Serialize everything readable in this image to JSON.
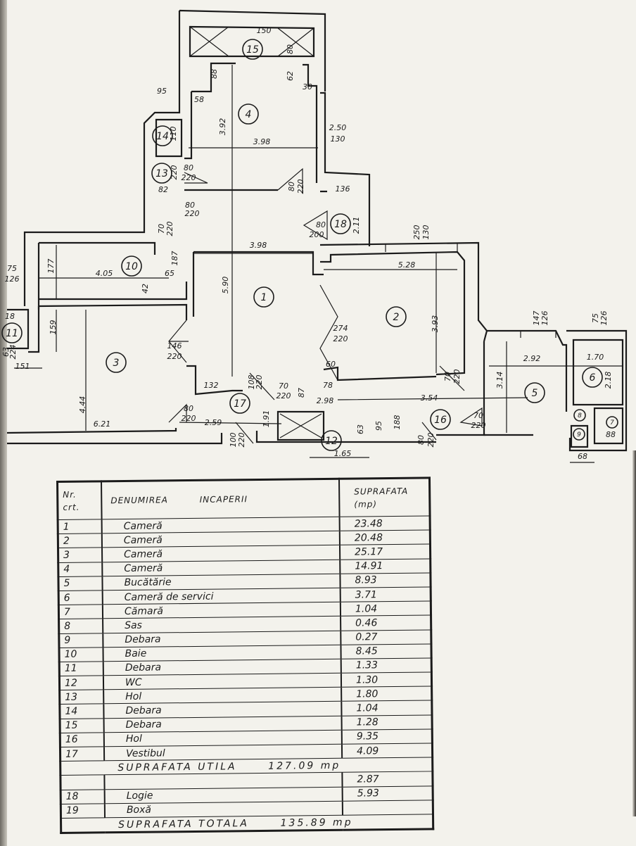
{
  "table": {
    "header": {
      "nr": "Nr. crt.",
      "name": "DENUMIREA INCAPERII",
      "area": "SUPRAFATA (mp)"
    },
    "rows": [
      {
        "nr": "1",
        "name": "Cameră",
        "area": "23.48"
      },
      {
        "nr": "2",
        "name": "Cameră",
        "area": "20.48"
      },
      {
        "nr": "3",
        "name": "Cameră",
        "area": "25.17"
      },
      {
        "nr": "4",
        "name": "Cameră",
        "area": "14.91"
      },
      {
        "nr": "5",
        "name": "Bucătărie",
        "area": "8.93"
      },
      {
        "nr": "6",
        "name": "Cameră de servici",
        "area": "3.71"
      },
      {
        "nr": "7",
        "name": "Cămară",
        "area": "1.04"
      },
      {
        "nr": "8",
        "name": "Sas",
        "area": "0.46"
      },
      {
        "nr": "9",
        "name": "Debara",
        "area": "0.27"
      },
      {
        "nr": "10",
        "name": "Baie",
        "area": "8.45"
      },
      {
        "nr": "11",
        "name": "Debara",
        "area": "1.33"
      },
      {
        "nr": "12",
        "name": "WC",
        "area": "1.30"
      },
      {
        "nr": "13",
        "name": "Hol",
        "area": "1.80"
      },
      {
        "nr": "14",
        "name": "Debara",
        "area": "1.04"
      },
      {
        "nr": "15",
        "name": "Debara",
        "area": "1.28"
      },
      {
        "nr": "16",
        "name": "Hol",
        "area": "9.35"
      },
      {
        "nr": "17",
        "name": "Vestibul",
        "area": "4.09"
      }
    ],
    "useful_label": "SUPRAFATA UTILA",
    "useful_value": "127.09 mp",
    "rows_extra": [
      {
        "nr": "",
        "name": "",
        "area": "2.87"
      },
      {
        "nr": "18",
        "name": "Logie",
        "area": "5.93"
      },
      {
        "nr": "19",
        "name": "Boxă",
        "area": ""
      }
    ],
    "total_label": "SUPRAFATA TOTALA",
    "total_value": "135.89 mp"
  },
  "plan": {
    "room_numbers": [
      "1",
      "2",
      "3",
      "4",
      "5",
      "6",
      "7",
      "8",
      "9",
      "10",
      "11",
      "12",
      "13",
      "14",
      "15",
      "16",
      "17",
      "18"
    ],
    "dimensions": [
      "150",
      "80",
      "88",
      "62",
      "30",
      "95",
      "58",
      "3.92",
      "3.98",
      "2.50",
      "130",
      "110",
      "80",
      "220",
      "220",
      "82",
      "80",
      "220",
      "136",
      "80",
      "220",
      "70",
      "220",
      "187",
      "80",
      "200",
      "2.11",
      "3.98",
      "250",
      "130",
      "177",
      "4.05",
      "65",
      "42",
      "75",
      "126",
      "5.28",
      "5.90",
      "3.93",
      "274",
      "220",
      "146",
      "220",
      "159",
      "18",
      "63",
      "224",
      "151",
      "4.44",
      "132",
      "108",
      "220",
      "70",
      "220",
      "87",
      "78",
      "60",
      "2.98",
      "3.54",
      "70",
      "220",
      "2.92",
      "1.70",
      "2.18",
      "3.14",
      "147",
      "126",
      "75",
      "126",
      "80",
      "220",
      "2.59",
      "1.91",
      "100",
      "220",
      "95",
      "188",
      "63",
      "70",
      "220",
      "80",
      "220",
      "6.21",
      "1.65",
      "68",
      "88"
    ]
  }
}
